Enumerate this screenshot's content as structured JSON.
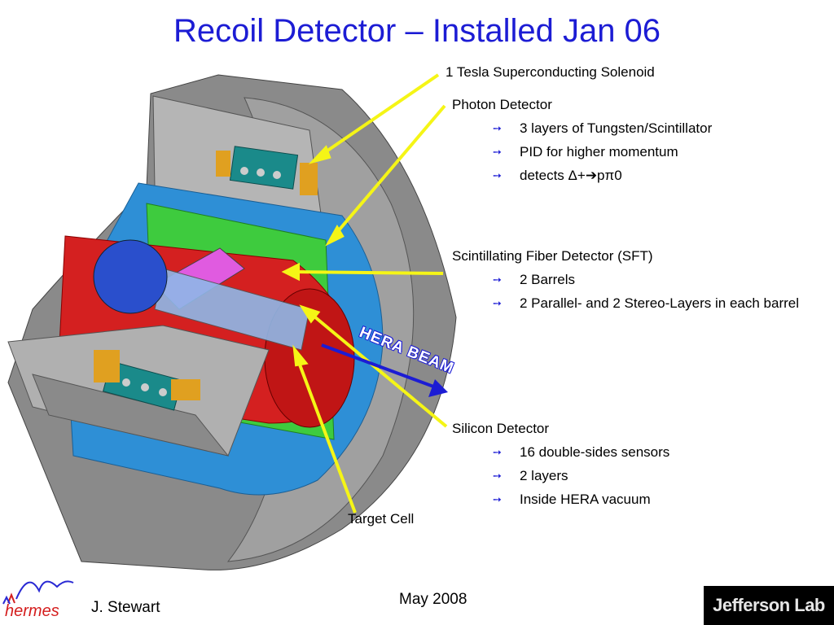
{
  "slide": {
    "title": "Recoil Detector – Installed Jan 06",
    "beam_label": "HERA BEAM",
    "callouts": {
      "solenoid": "1 Tesla Superconducting Solenoid",
      "target_cell": "Target Cell"
    },
    "sections": [
      {
        "heading": "Photon Detector",
        "bullets": [
          "3 layers of Tungsten/Scintillator",
          "PID for higher momentum",
          "detects Δ+➔pπ0"
        ]
      },
      {
        "heading": "Scintillating Fiber Detector (SFT)",
        "bullets": [
          "2 Barrels",
          "2 Parallel- and 2 Stereo-Layers in each barrel"
        ]
      },
      {
        "heading": "Silicon Detector",
        "bullets": [
          "16 double-sides sensors",
          "2 layers",
          "Inside HERA vacuum"
        ]
      }
    ],
    "bullet_glyph": "➙",
    "footer": {
      "author": "J. Stewart",
      "date": "May 2008"
    },
    "logos": {
      "left": "hermes",
      "right": "Jefferson Lab"
    }
  },
  "colors": {
    "title": "#1c1cd4",
    "bullet": "#1c1cd4",
    "pointer": "#f5f516",
    "beam": "#1c1cd4"
  },
  "icons": {
    "bullet": "arrow-bullet-icon",
    "beam_arrow": "arrow-right-icon"
  }
}
